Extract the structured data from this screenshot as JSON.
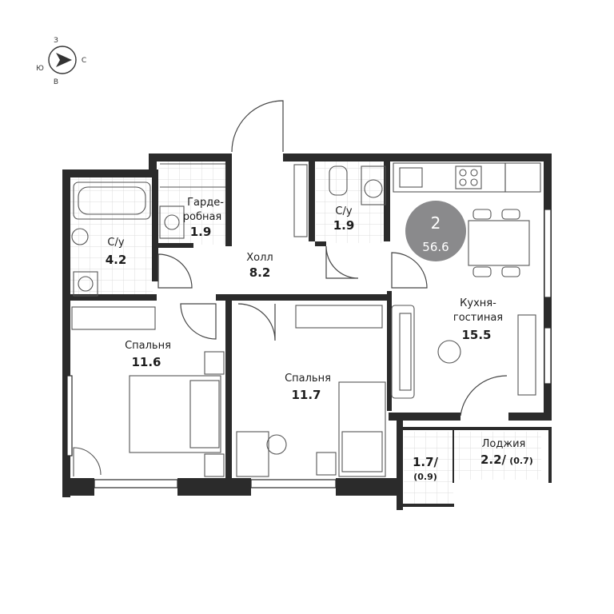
{
  "compass": {
    "north": "З",
    "south": "В",
    "west": "Ю",
    "east": "С"
  },
  "badge": {
    "rooms": "2",
    "total_area": "56.6",
    "color": "#8a8a8c"
  },
  "rooms": {
    "bath_left": {
      "name": "С/у",
      "area": "4.2"
    },
    "wardrobe": {
      "name_line1": "Гарде-",
      "name_line2": "робная",
      "area": "1.9"
    },
    "hall": {
      "name": "Холл",
      "area": "8.2"
    },
    "bath_right": {
      "name": "С/у",
      "area": "1.9"
    },
    "kitchen": {
      "name_line1": "Кухня-",
      "name_line2": "гостиная",
      "area": "15.5"
    },
    "bedroom_left": {
      "name": "Спальня",
      "area": "11.6"
    },
    "bedroom_mid": {
      "name": "Спальня",
      "area": "11.7"
    },
    "balcony_small": {
      "area": "1.7/",
      "sub": "(0.9)"
    },
    "loggia": {
      "name": "Лоджия",
      "area": "2.2/",
      "sub": "(0.7)"
    }
  },
  "colors": {
    "wall": "#2b2b2b",
    "furniture": "#555555",
    "tile": "#d9d9d9"
  }
}
